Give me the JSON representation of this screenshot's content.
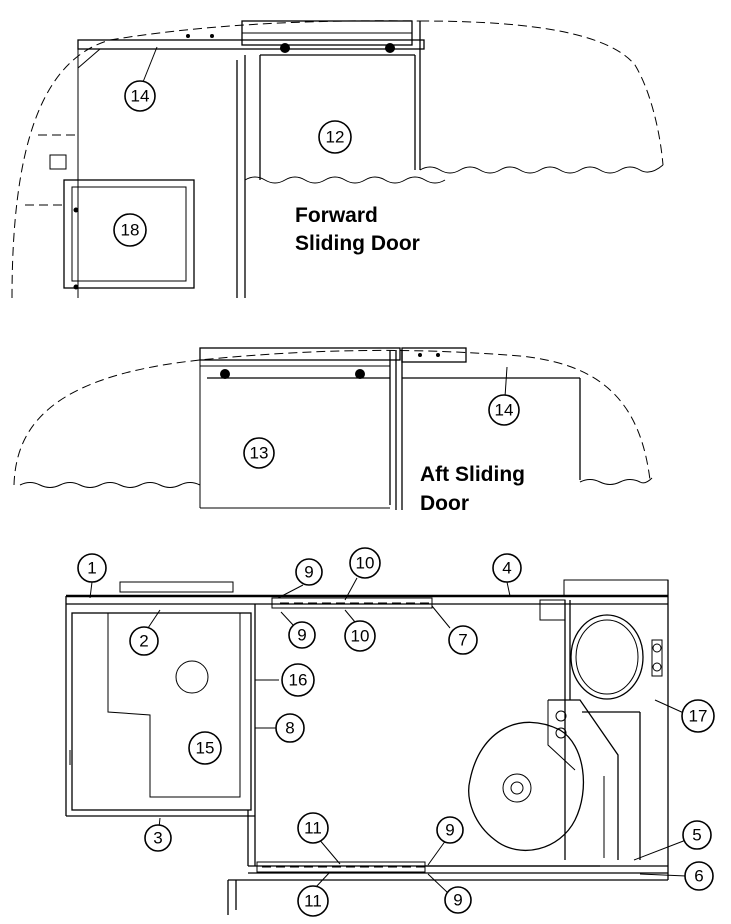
{
  "forward_view": {
    "caption_line1": "Forward",
    "caption_line2": "Sliding Door",
    "callouts": {
      "a": "14",
      "b": "12",
      "c": "18"
    }
  },
  "aft_view": {
    "caption_line1": "Aft Sliding",
    "caption_line2": "Door",
    "callouts": {
      "a": "13",
      "b": "14"
    }
  },
  "floor_plan": {
    "callouts": {
      "c1": "1",
      "c2": "2",
      "c3": "3",
      "c4": "4",
      "c5": "5",
      "c6": "6",
      "c7": "7",
      "c8": "8",
      "c9a": "9",
      "c9b": "9",
      "c9c": "9",
      "c9d": "9",
      "c10a": "10",
      "c10b": "10",
      "c11a": "11",
      "c11b": "11",
      "c15": "15",
      "c16": "16",
      "c17": "17"
    }
  }
}
